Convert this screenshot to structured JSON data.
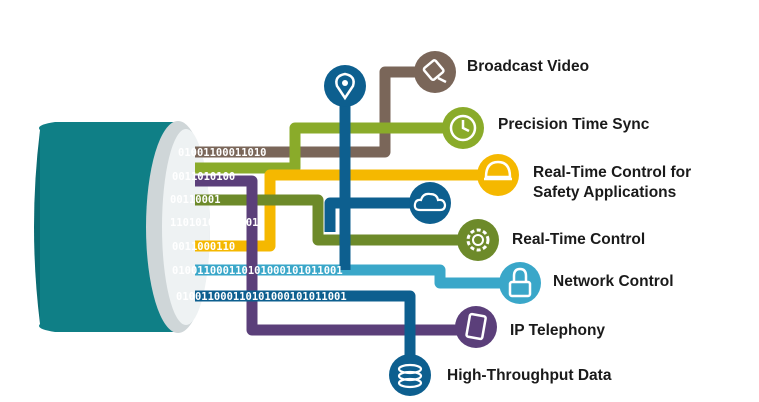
{
  "diagram": {
    "cable_bits": [
      "01001100011010",
      "0011010100",
      "00110001",
      "110101000101011",
      "0011000110",
      "010011000110101000101011001",
      "010011000110101000101011001"
    ],
    "nodes": [
      {
        "id": "broadcast-video",
        "lines": [
          "Broadcast Video"
        ],
        "color": "#7a6659",
        "icon": "video-camera-icon"
      },
      {
        "id": "precision-time-sync",
        "lines": [
          "Precision Time Sync"
        ],
        "color": "#8aab2a",
        "icon": "clock-icon"
      },
      {
        "id": "rt-control-safety",
        "lines": [
          "Real-Time Control for",
          "Safety Applications"
        ],
        "color": "#f5b800",
        "icon": "hard-hat-icon"
      },
      {
        "id": "cloud",
        "lines": [],
        "color": "#0d5f8f",
        "icon": "cloud-icon"
      },
      {
        "id": "real-time-control",
        "lines": [
          "Real-Time Control"
        ],
        "color": "#6d8a2a",
        "icon": "gear-icon"
      },
      {
        "id": "network-control",
        "lines": [
          "Network Control"
        ],
        "color": "#3aa7c9",
        "icon": "lock-icon"
      },
      {
        "id": "ip-telephony",
        "lines": [
          "IP Telephony"
        ],
        "color": "#5b3f7a",
        "icon": "tablet-icon"
      },
      {
        "id": "high-throughput-data",
        "lines": [
          "High-Throughput Data"
        ],
        "color": "#0d5f8f",
        "icon": "database-icon"
      },
      {
        "id": "location",
        "lines": [],
        "color": "#0d5f8f",
        "icon": "location-pin-icon"
      }
    ]
  }
}
